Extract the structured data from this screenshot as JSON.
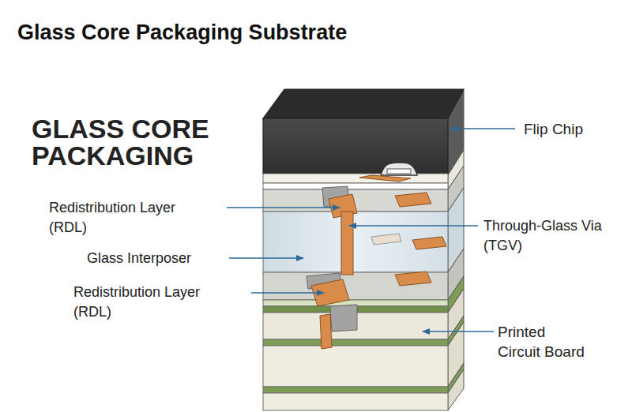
{
  "diagram": {
    "title": "Glass Core Packaging Substrate",
    "labels": [
      "GLASS CORE PACKAGING",
      "Flip Chip",
      "Redistribution Layer (RDL)",
      "Through-Glass Via (TGV)",
      "Glass Interposer",
      "Redistribution Layer (RDL)",
      "Printed Circuit Board"
    ]
  }
}
